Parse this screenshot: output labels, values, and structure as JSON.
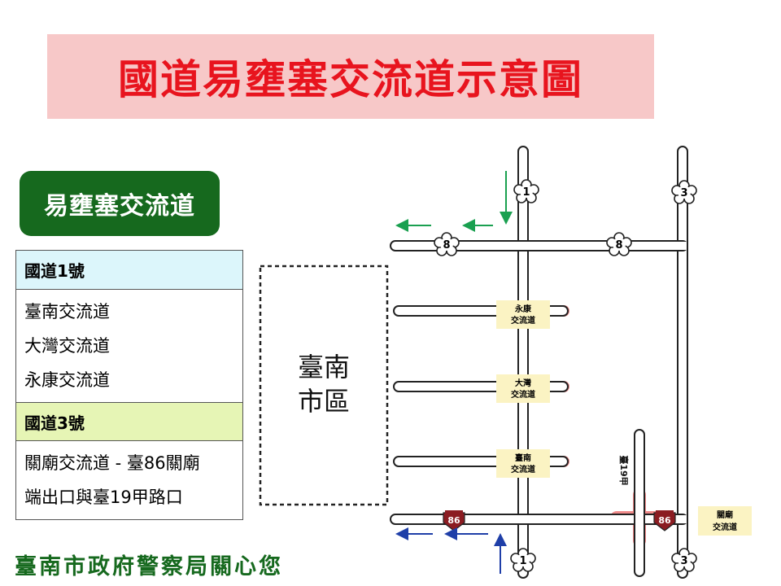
{
  "title": "國道易壅塞交流道示意圖",
  "legend_button": "易壅塞交流道",
  "table": {
    "sections": [
      {
        "header": "國道1號",
        "items": [
          "臺南交流道",
          "大灣交流道",
          "永康交流道"
        ]
      },
      {
        "header": "國道3號",
        "items": [
          "關廟交流道 - 臺86關廟",
          "端出口與臺19甲路口"
        ]
      }
    ]
  },
  "footer": "臺南市政府警察局關心您",
  "map": {
    "city_label_line1": "臺南",
    "city_label_line2": "市區",
    "route_labels": {
      "freeway1": "1",
      "freeway3": "3",
      "road8": "8",
      "road86": "86",
      "road19": "臺19甲"
    },
    "interchanges": [
      {
        "line1": "永康",
        "line2": "交流道"
      },
      {
        "line1": "大灣",
        "line2": "交流道"
      },
      {
        "line1": "臺南",
        "line2": "交流道"
      },
      {
        "line1": "關廟",
        "line2": "交流道"
      }
    ]
  },
  "colors": {
    "title_text": "#e8141e",
    "title_bg": "#f7c8c8",
    "green": "#16691e",
    "congestion": "#f08a8a",
    "label_bg": "#fbf3c3",
    "arrow_green": "#1aa050",
    "arrow_blue": "#1f3fa8"
  }
}
